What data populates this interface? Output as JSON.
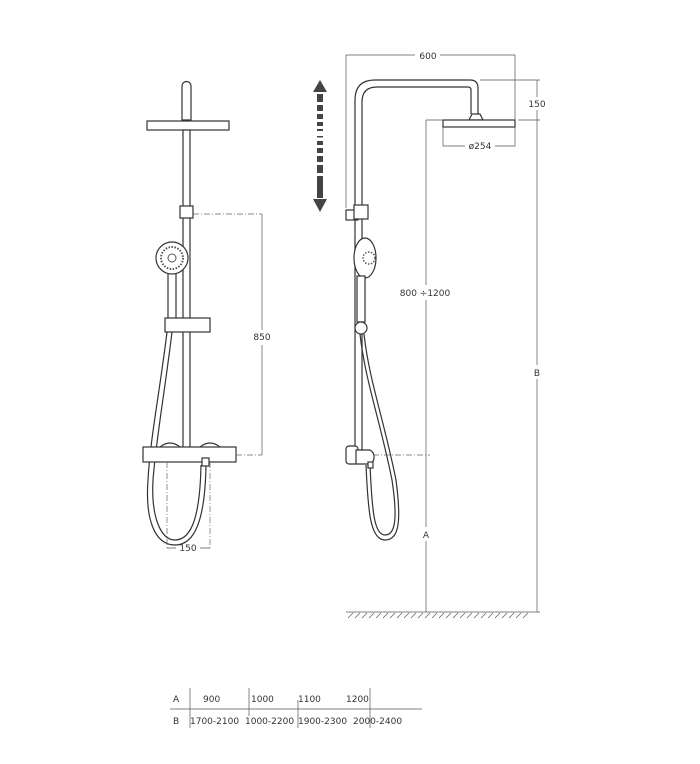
{
  "front_view": {
    "dim_height": "850",
    "dim_width": "150"
  },
  "side_view": {
    "dim_arm": "600",
    "dim_arm_height": "150",
    "dim_head_diameter": "ø254",
    "dim_adjust": "800 ÷1200",
    "label_a": "A",
    "label_b": "B"
  },
  "table": {
    "row_a": {
      "label": "A",
      "values": [
        "900",
        "1000",
        "1100",
        "1200"
      ]
    },
    "row_b": {
      "label": "B",
      "values": [
        "1700-2100",
        "1000-2200",
        "1900-2300",
        "2000-2400"
      ]
    }
  }
}
